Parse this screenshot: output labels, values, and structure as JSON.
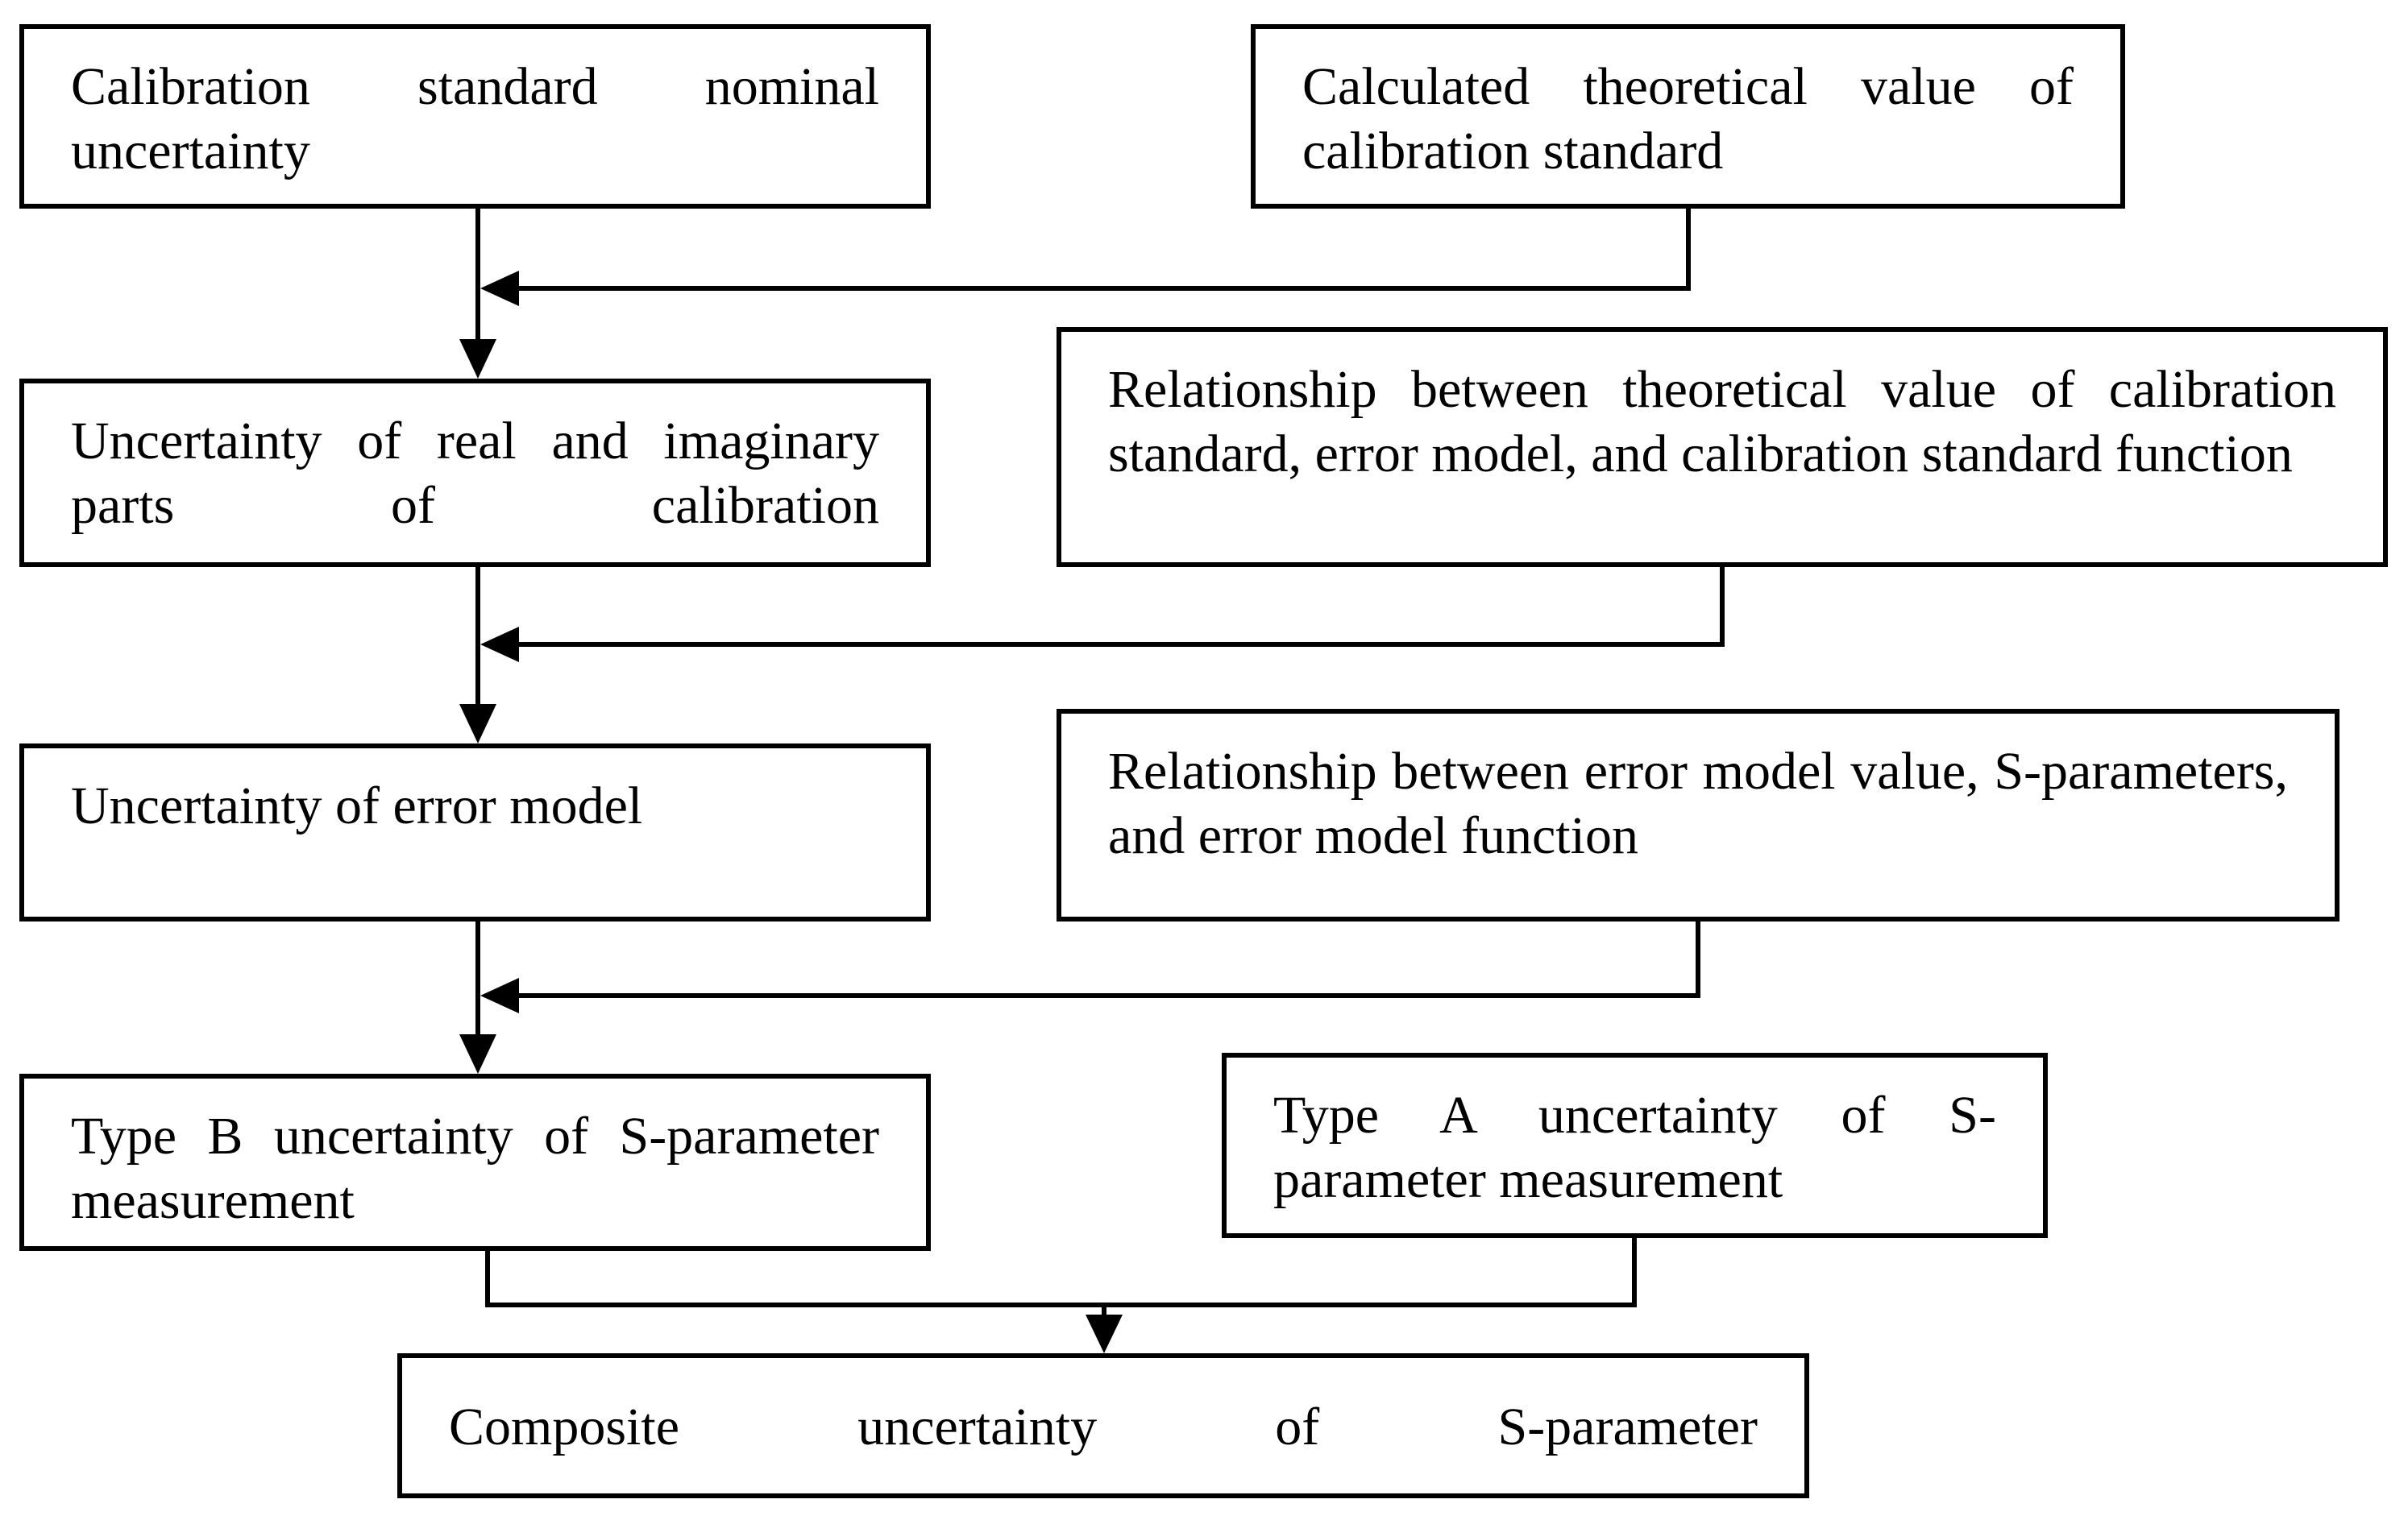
{
  "boxes": {
    "nominal_uncertainty": "Calibration standard nominal uncertainty",
    "theoretical_value": "Calculated theoretical value of calibration standard",
    "real_imaginary_uncertainty": "Uncertainty of real and imaginary parts of calibration",
    "relationship_calibration": "Relationship between theoretical value of calibration standard, error model, and calibration standard function",
    "error_model_uncertainty": "Uncertainty of error model",
    "relationship_error_model": "Relationship between error model value, S-parameters, and error model function",
    "type_b": "Type B uncertainty of S-parameter measurement",
    "type_a": "Type A uncertainty of S-parameter measurement",
    "composite": "Composite uncertainty of S-parameter"
  },
  "colors": {
    "line": "#000000",
    "background": "#ffffff"
  }
}
